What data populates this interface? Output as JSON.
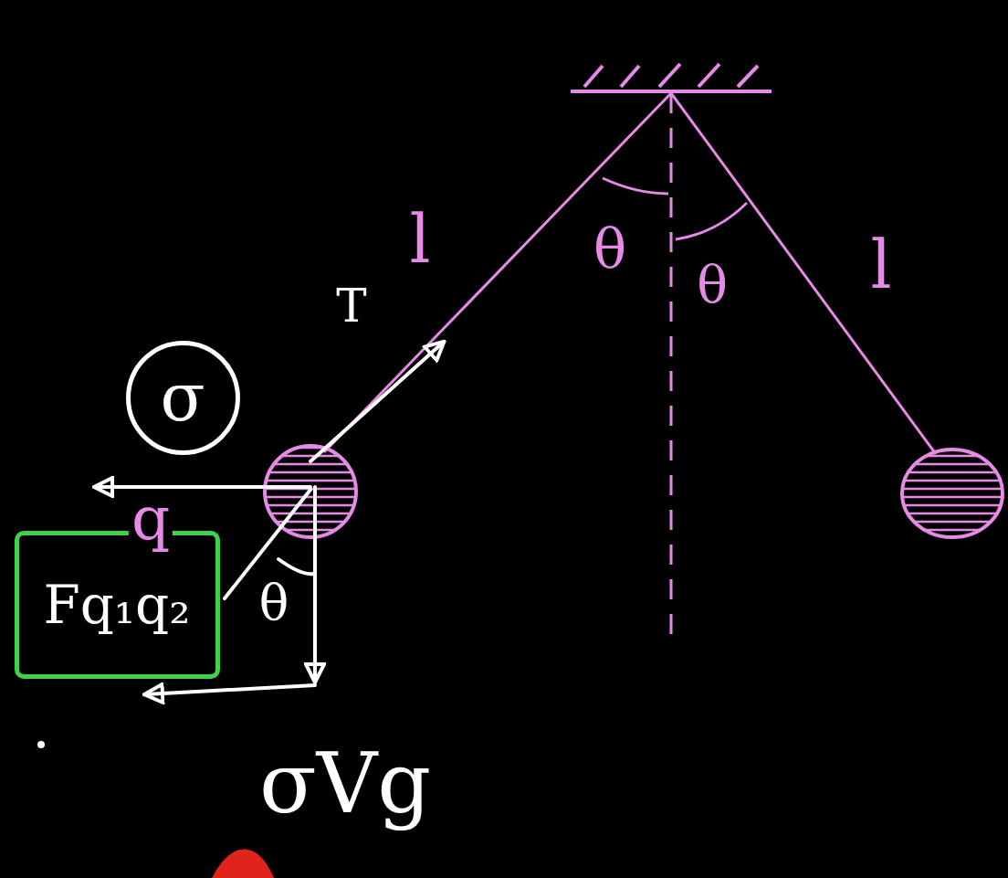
{
  "diagram": {
    "nodes": [
      {
        "text": [
          "σ"
        ]
      },
      {
        "text": [
          "Fq₁q₂"
        ]
      }
    ],
    "labels": [
      "l",
      "θ",
      "θ",
      "l",
      "T",
      "q",
      "θ",
      "σVg"
    ]
  }
}
